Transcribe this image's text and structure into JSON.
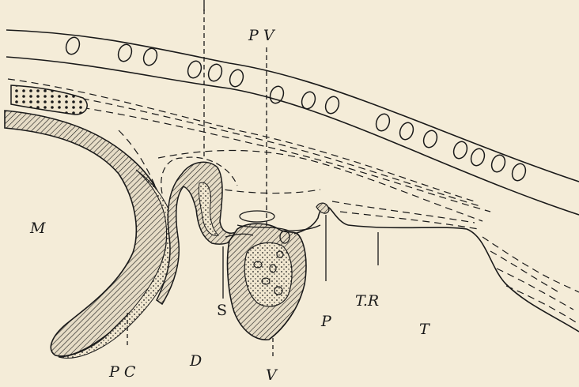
{
  "figure": {
    "labels": {
      "pv": "P V",
      "m": "M",
      "s": "S",
      "p": "P",
      "tr": "T.R",
      "t": "T",
      "pc": "P C",
      "d": "D",
      "v": "V"
    },
    "colors": {
      "background": "#f4ecd8",
      "ink": "#1a1a1a",
      "shaded": "#d9cfb9"
    }
  }
}
